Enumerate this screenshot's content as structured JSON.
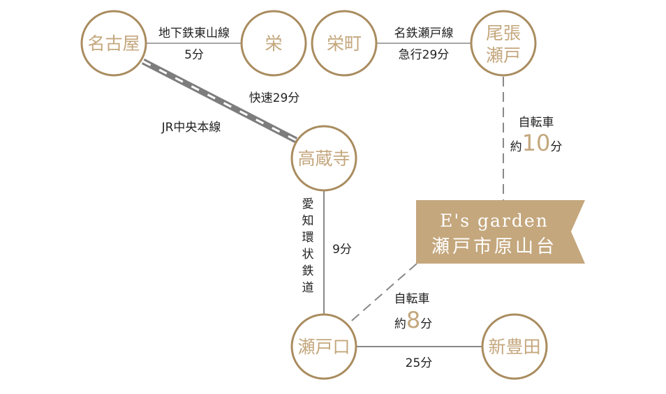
{
  "colors": {
    "accent": "#c4a77d",
    "circle_stroke": "#a98c5f",
    "line": "#888888"
  },
  "stations": {
    "nagoya": "名古屋",
    "sakae": "栄",
    "sakaemachi": "栄町",
    "owariseto_1": "尾張",
    "owariseto_2": "瀬戸",
    "kozoji": "高蔵寺",
    "setoguchi": "瀬戸口",
    "shintoyota": "新豊田"
  },
  "routes": {
    "higashiyama": {
      "name": "地下鉄東山線",
      "time": "5分"
    },
    "meitetsu": {
      "name": "名鉄瀬戸線",
      "time": "急行29分"
    },
    "jr": {
      "name": "JR中央本線",
      "time": "快速29分"
    },
    "aikan": {
      "name_chars": [
        "愛",
        "知",
        "環",
        "状",
        "鉄",
        "道"
      ],
      "time": "9分"
    },
    "toyota": {
      "time": "25分"
    },
    "bike_owariseto": {
      "label": "自転車",
      "prefix": "約",
      "num": "10",
      "unit": "分"
    },
    "bike_setoguchi": {
      "label": "自転車",
      "prefix": "約",
      "num": "8",
      "unit": "分"
    }
  },
  "destination": {
    "name_en": "E's garden",
    "name_jp": "瀬戸市原山台"
  }
}
